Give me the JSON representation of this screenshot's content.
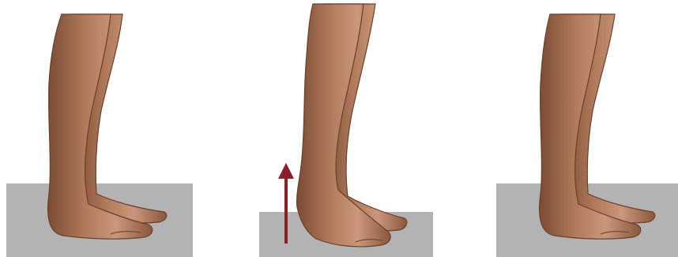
{
  "figure": {
    "panels": [
      {
        "id": "standing-flat",
        "heel_raised": false,
        "arrow": false
      },
      {
        "id": "heel-raised",
        "heel_raised": true,
        "arrow": true
      },
      {
        "id": "standing-flat-return",
        "heel_raised": false,
        "arrow": false
      }
    ],
    "colors": {
      "skin": "#b07a5a",
      "skin_shadow": "#7a4b33",
      "skin_highlight": "#c9977a",
      "floor": "#b3b3b3",
      "arrow": "#8a1f2a"
    }
  }
}
